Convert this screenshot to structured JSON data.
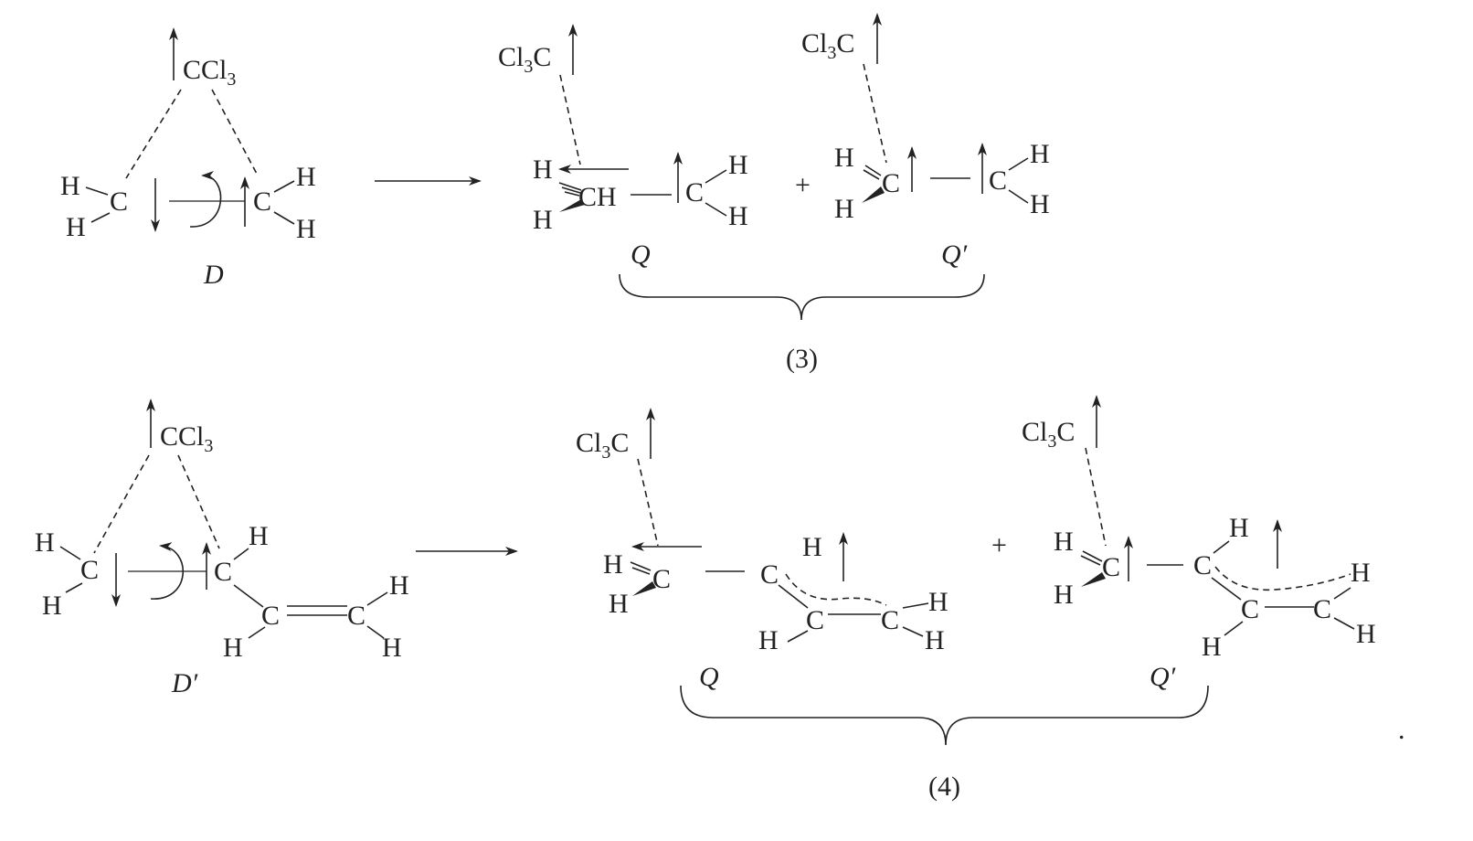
{
  "atoms": {
    "ccl3": {
      "main": "CCl",
      "sub": "3"
    },
    "cl3c": {
      "pre": "Cl",
      "sub": "3",
      "post": "C"
    },
    "h": "H",
    "c": "C",
    "ch": "CH"
  },
  "labels": {
    "d": "D",
    "d_prime": "D′",
    "q": "Q",
    "q_prime": "Q′",
    "plus": "+",
    "eq3": "(3)",
    "eq4": "(4)",
    "period": "."
  }
}
